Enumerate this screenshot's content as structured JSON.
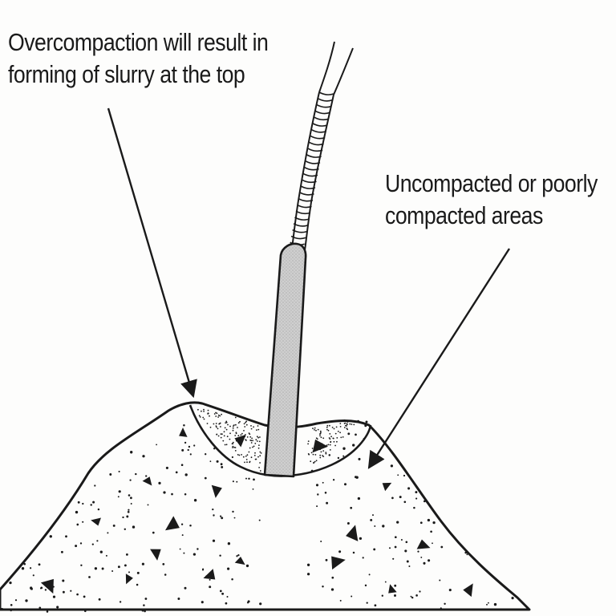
{
  "annotations": {
    "overcompaction": {
      "line1": "Overcompaction will result in",
      "line2": "forming of slurry at the top"
    },
    "uncompacted": {
      "line1": "Uncompacted or poorly",
      "line2": "compacted areas"
    }
  },
  "colors": {
    "ink": "#1a1a1a",
    "vibrator_shaft_fill": "#c8c8c8",
    "background": "#fdfdfc"
  }
}
